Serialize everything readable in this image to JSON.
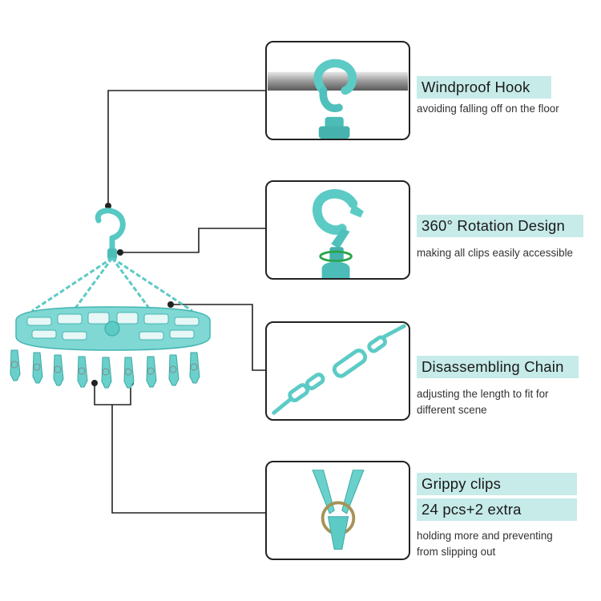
{
  "features": [
    {
      "title": "Windproof Hook",
      "description": [
        "avoiding falling off on the floor"
      ]
    },
    {
      "title": "360° Rotation Design",
      "description": [
        "making all clips easily accessible"
      ]
    },
    {
      "title": "Disassembling Chain",
      "description": [
        "adjusting the length to fit for",
        "different scene"
      ]
    },
    {
      "title": "Grippy clips",
      "subtitle": "24 pcs+2 extra",
      "description": [
        "holding more and preventing",
        "from slipping out"
      ]
    }
  ],
  "colors": {
    "product": "#6fd3cf",
    "product_dark": "#3fb4b0",
    "label_bg": "#c6ebe9",
    "line": "#222222"
  }
}
